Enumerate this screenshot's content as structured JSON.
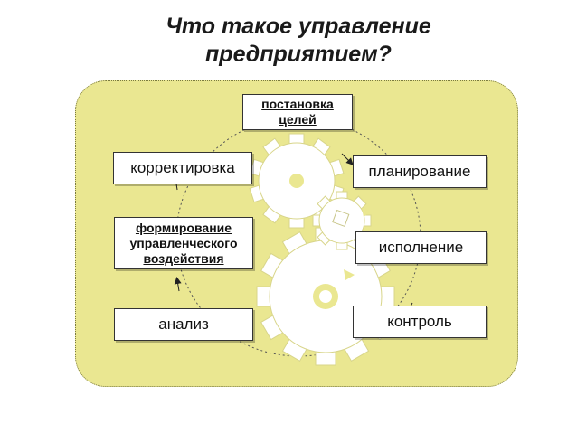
{
  "title": {
    "line1": "Что такое управление",
    "line2": "предприятием?"
  },
  "boxes": {
    "goals": {
      "line1": "постановка",
      "line2": "целей"
    },
    "correction": "корректировка",
    "planning": "планирование",
    "influence": {
      "line1": "формирование",
      "line2": "управленческого",
      "line3": "воздействия"
    },
    "execution": "исполнение",
    "analysis": "анализ",
    "control": "контроль"
  },
  "colors": {
    "panel": "#eae791",
    "gear": "#ffffff",
    "text": "#111111"
  }
}
